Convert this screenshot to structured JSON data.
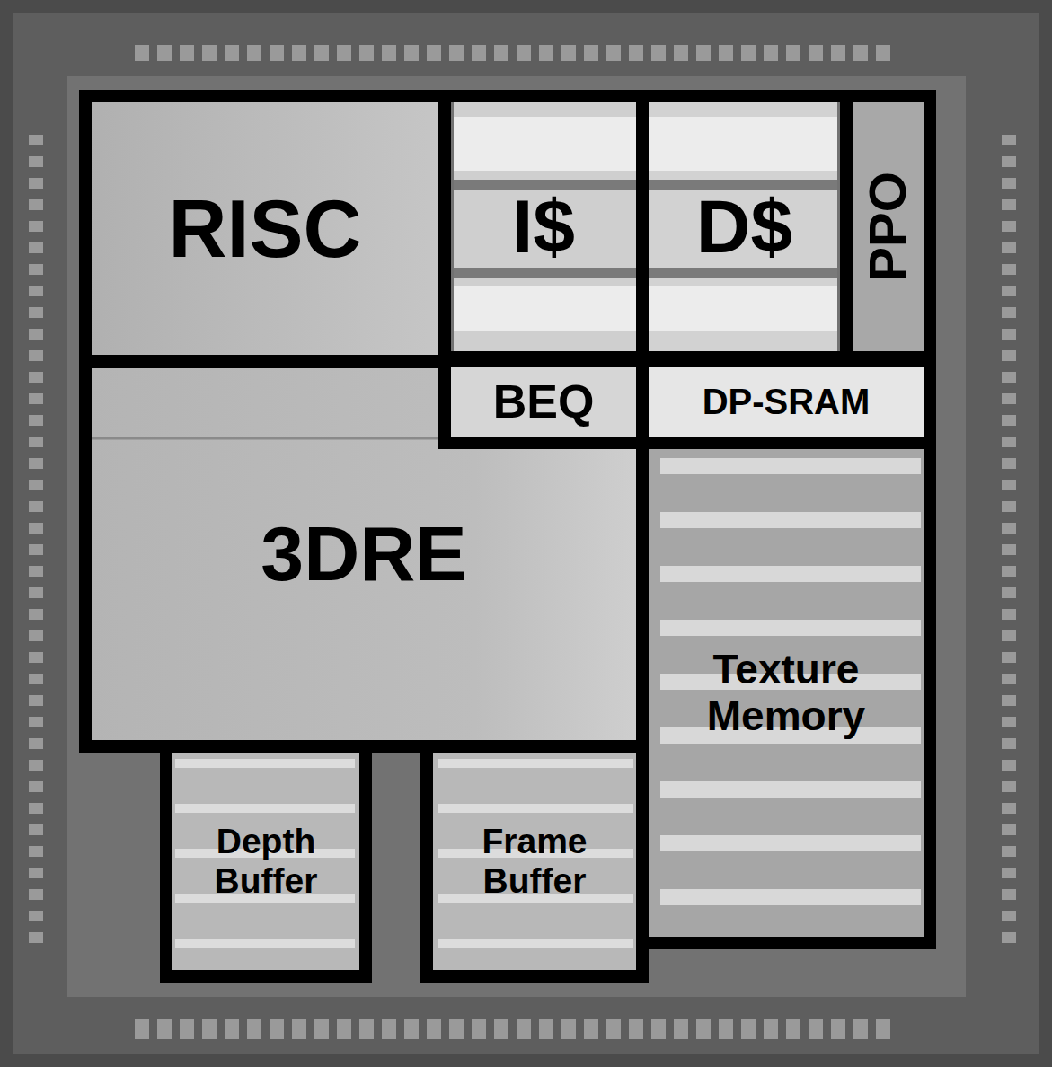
{
  "diagram": {
    "nodes": [
      {
        "text": [
          "RISC"
        ]
      },
      {
        "text": [
          "I$"
        ]
      },
      {
        "text": [
          "D$"
        ]
      },
      {
        "text": [
          "PPO"
        ]
      },
      {
        "text": [
          "BEQ"
        ]
      },
      {
        "text": [
          "DP-SRAM"
        ]
      },
      {
        "text": [
          "3DRE"
        ]
      },
      {
        "text": [
          "Texture Memory"
        ]
      },
      {
        "text": [
          "Depth Buffer"
        ]
      },
      {
        "text": [
          "Frame Buffer"
        ]
      }
    ]
  }
}
